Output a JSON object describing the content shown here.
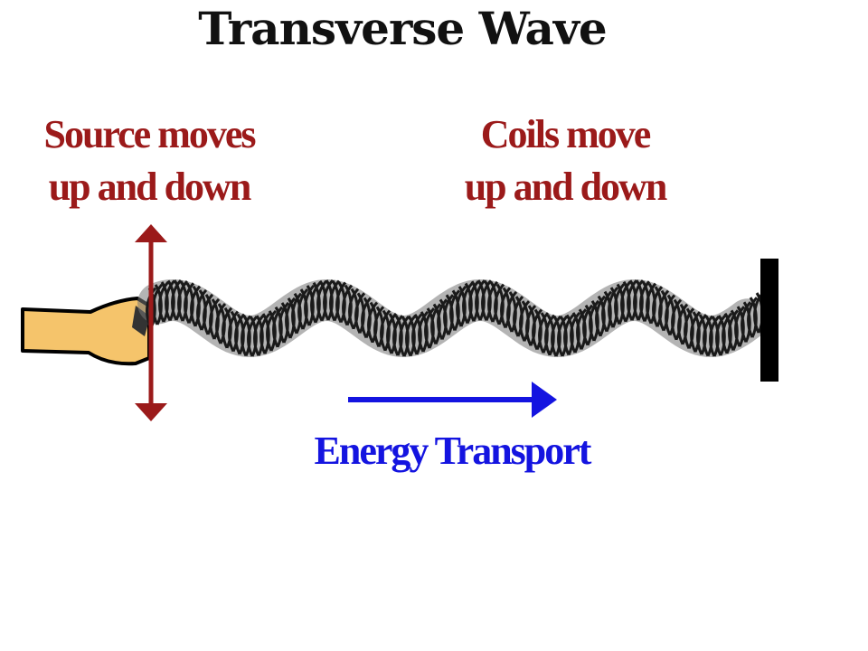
{
  "title": "Transverse Wave",
  "labels": {
    "source_line1": "Source moves",
    "source_line2": "up and down",
    "coils_line1": "Coils move",
    "coils_line2": "up and down",
    "energy": "Energy Transport"
  },
  "colors": {
    "source_label": "#9b1a1a",
    "coils_label": "#9b1a1a",
    "energy_label": "#1414e0",
    "source_arrow": "#9b1a1a",
    "energy_arrow": "#1414e0",
    "hand": "#f5c46b",
    "wall": "#000000",
    "coil": "#1a1a1a"
  },
  "icons": {
    "hand": "hand-icon",
    "wall": "wall-icon",
    "source_arrow": "up-down-arrow-icon",
    "energy_arrow": "right-arrow-icon"
  }
}
